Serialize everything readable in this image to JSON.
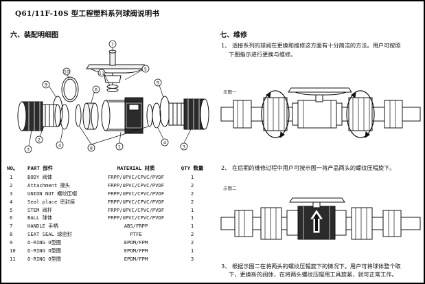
{
  "title": "Q61/11F-10S 型工程塑料系列球阀说明书",
  "left_section": {
    "heading": "六、装配明细图"
  },
  "right_section": {
    "heading": "七、维修",
    "step1_line1": "1、 适接系列的球阀在更换和维修这方面有十分简洁的方法。用户可按照",
    "step1_line2": "下图指示进行更换与维修。",
    "fig1_label": "示图一",
    "step2_line1": "2、 在后期的维修过程中用户可按示图一将产品两头的螺纹压帽旋下。",
    "fig2_label": "示图二",
    "step3_line1": "3、 根据示图二在将两头的螺纹压帽旋下的情况下。用户可将球体整个取",
    "step3_line2": "下，更换新的阀体，在将两头螺纹压帽用工具旋紧，就可正常工作。"
  },
  "callouts": [
    "1",
    "2",
    "3",
    "4",
    "5",
    "6",
    "7",
    "8",
    "9",
    "10",
    "11"
  ],
  "table": {
    "headers": {
      "no": "NO。",
      "part": "PART 部件",
      "material": "MATERIAL 材质",
      "qty": "QTY 数量"
    },
    "rows": [
      {
        "no": "1",
        "part": "BODY 阀体",
        "material": "FRPP/UPVC/CPVC/PVDF",
        "qty": "1"
      },
      {
        "no": "2",
        "part": "Attachment 接头",
        "material": "FRPP/UPVC/CPVC/PVDF",
        "qty": "2"
      },
      {
        "no": "3",
        "part": "UNION NUT 螺纹压帽",
        "material": "FRPP/UPVC/CPVC/PVDF",
        "qty": "2"
      },
      {
        "no": "4",
        "part": "Seal place 密封座",
        "material": "FRPP/UPVC/CPVC/PVDF",
        "qty": "2"
      },
      {
        "no": "5",
        "part": "STEM 阀杆",
        "material": "FRPP/UPVC/CPVC/PVDF",
        "qty": "1"
      },
      {
        "no": "6",
        "part": "BALL 球体",
        "material": "FRPP/UPVC/CPVC/PVDF",
        "qty": "1"
      },
      {
        "no": "7",
        "part": "HANDLE 手柄",
        "material": "ABS/FRPP",
        "qty": "1"
      },
      {
        "no": "8",
        "part": "SEAT SEAL 球密封",
        "material": "PTFE",
        "qty": "2"
      },
      {
        "no": "9",
        "part": "O-RING O型圈",
        "material": "EPDM/FPM",
        "qty": "2"
      },
      {
        "no": "10",
        "part": "O-RING O型圈",
        "material": "EPDM/FPM",
        "qty": "1"
      },
      {
        "no": "11",
        "part": "O-RING O型圈",
        "material": "EPDM/FPM",
        "qty": "3"
      }
    ]
  },
  "colors": {
    "line": "#111111",
    "fill_light": "#f2f2f2",
    "fill_dark": "#2b2b2b",
    "border": "#000000"
  }
}
